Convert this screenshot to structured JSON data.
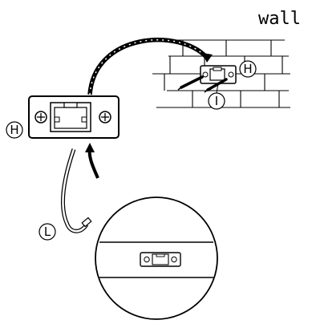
{
  "labels": {
    "wall": "wall",
    "plate": "H",
    "screws": "I",
    "cable": "L"
  }
}
